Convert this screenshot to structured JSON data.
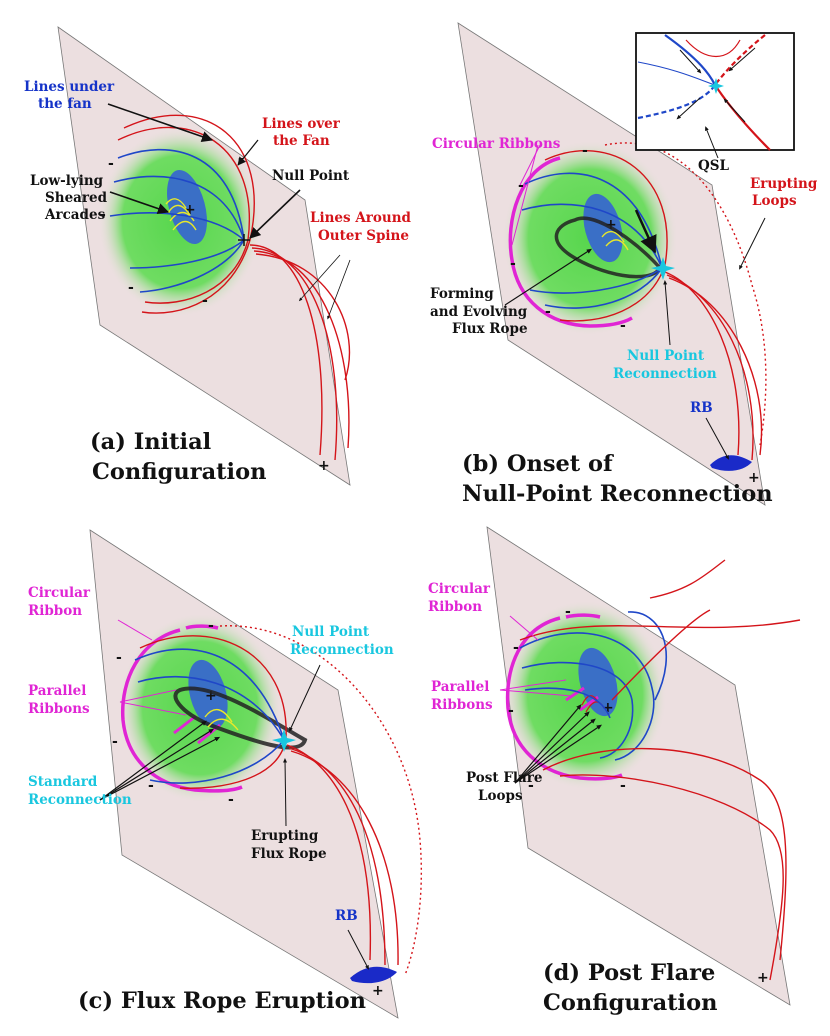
{
  "colors": {
    "plane": "#ecdfe0",
    "green_region": "#57d64d",
    "positive_patch": "#3a6fc6",
    "blue_lines": "#1f47c8",
    "red_lines": "#d4141a",
    "ribbons": "#e025d4",
    "null_point": "#19c7df",
    "flux_rope": "#222222",
    "sheared_arcades": "#e8e82a"
  },
  "panel_a": {
    "caption_1": "(a) Initial",
    "caption_2": "Configuration",
    "label_lines_under_fan_1": "Lines under",
    "label_lines_under_fan_2": "the fan",
    "label_lines_over_fan_1": "Lines over",
    "label_lines_over_fan_2": "the Fan",
    "label_null_point": "Null Point",
    "label_low_lying_1": "Low-lying",
    "label_low_lying_2": "Sheared",
    "label_low_lying_3": "Arcades",
    "label_outer_spine_1": "Lines Around",
    "label_outer_spine_2": "Outer Spine"
  },
  "panel_b": {
    "caption_1": "(b) Onset of",
    "caption_2": "Null-Point Reconnection",
    "label_circular_ribbons": "Circular Ribbons",
    "label_qsl": "QSL",
    "label_erupting_loops_1": "Erupting",
    "label_erupting_loops_2": "Loops",
    "label_forming_1": "Forming",
    "label_forming_2": "and Evolving",
    "label_forming_3": "Flux Rope",
    "label_null_reconnection_1": "Null Point",
    "label_null_reconnection_2": "Reconnection",
    "label_rb": "RB"
  },
  "panel_c": {
    "caption_1": "(c) Flux Rope Eruption",
    "label_circular_ribbon_1": "Circular",
    "label_circular_ribbon_2": "Ribbon",
    "label_null_reconnection_1": "Null Point",
    "label_null_reconnection_2": "Reconnection",
    "label_parallel_ribbons_1": "Parallel",
    "label_parallel_ribbons_2": "Ribbons",
    "label_standard_reconnection_1": "Standard",
    "label_standard_reconnection_2": "Reconnection",
    "label_erupting_flux_rope_1": "Erupting",
    "label_erupting_flux_rope_2": "Flux Rope",
    "label_rb": "RB"
  },
  "panel_d": {
    "caption_1": "(d) Post Flare",
    "caption_2": "Configuration",
    "label_circular_ribbon_1": "Circular",
    "label_circular_ribbon_2": "Ribbon",
    "label_parallel_ribbons_1": "Parallel",
    "label_parallel_ribbons_2": "Ribbons",
    "label_post_flare_1": "Post Flare",
    "label_post_flare_2": "Loops"
  },
  "signs": {
    "plus": "+",
    "minus": "-"
  }
}
